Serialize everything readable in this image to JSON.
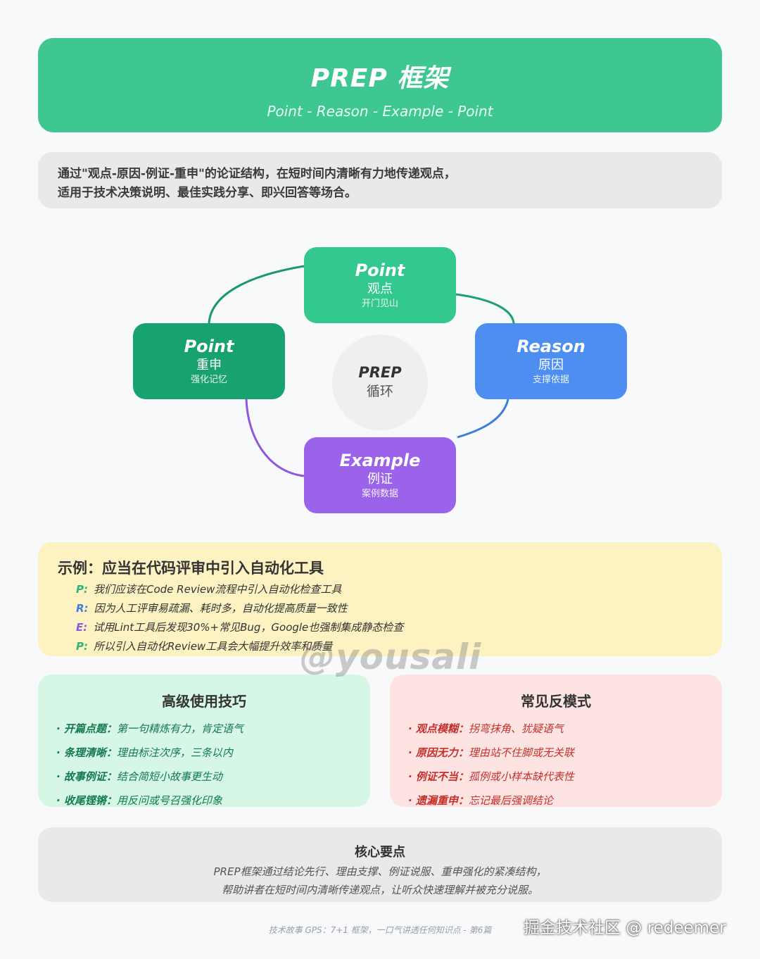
{
  "header": {
    "title": "PREP 框架",
    "subtitle": "Point - Reason - Example - Point",
    "color": "#3fc792"
  },
  "intro": {
    "line1": "通过\"观点-原因-例证-重申\"的论证结构，在短时间内清晰有力地传递观点，",
    "line2": "适用于技术决策说明、最佳实践分享、即兴回答等场合。"
  },
  "cycle": {
    "center": {
      "title": "PREP",
      "subtitle": "循环"
    },
    "nodes": [
      {
        "en": "Point",
        "cn": "观点",
        "desc": "开门见山",
        "color": "#33c88d"
      },
      {
        "en": "Reason",
        "cn": "原因",
        "desc": "支撑依据",
        "color": "#4d8ef0"
      },
      {
        "en": "Example",
        "cn": "例证",
        "desc": "案例数据",
        "color": "#9a63ea"
      },
      {
        "en": "Point",
        "cn": "重申",
        "desc": "强化记忆",
        "color": "#17a270"
      }
    ]
  },
  "example": {
    "title": "示例：应当在代码评审中引入自动化工具",
    "lines": [
      {
        "key": "P:",
        "text": "我们应该在Code Review流程中引入自动化检查工具",
        "color": "#2fb37f"
      },
      {
        "key": "R:",
        "text": "因为人工评审易疏漏、耗时多，自动化提高质量一致性",
        "color": "#3f7fdf"
      },
      {
        "key": "E:",
        "text": "试用Lint工具后发现30%+常见Bug，Google也强制集成静态检查",
        "color": "#8f56e0"
      },
      {
        "key": "P:",
        "text": "所以引入自动化Review工具会大幅提升效率和质量",
        "color": "#2fb37f"
      }
    ]
  },
  "watermark": "@yousali",
  "tips": {
    "title": "高级使用技巧",
    "items": [
      {
        "label": "· 开篇点题：",
        "text": "第一句精炼有力，肯定语气"
      },
      {
        "label": "· 条理清晰：",
        "text": "理由标注次序，三条以内"
      },
      {
        "label": "· 故事例证：",
        "text": "结合简短小故事更生动"
      },
      {
        "label": "· 收尾铿锵：",
        "text": "用反问或号召强化印象"
      }
    ]
  },
  "anti": {
    "title": "常见反模式",
    "items": [
      {
        "label": "· 观点模糊：",
        "text": "拐弯抹角、犹疑语气"
      },
      {
        "label": "· 原因无力：",
        "text": "理由站不住脚或无关联"
      },
      {
        "label": "· 例证不当：",
        "text": "孤例或小样本缺代表性"
      },
      {
        "label": "· 遗漏重申：",
        "text": "忘记最后强调结论"
      }
    ]
  },
  "core": {
    "title": "核心要点",
    "line1": "PREP框架通过结论先行、理由支撑、例证说服、重申强化的紧凑结构，",
    "line2": "帮助讲者在短时间内清晰传递观点，让听众快速理解并被充分说服。"
  },
  "footer": {
    "note": "技术故事 GPS：7+1 框架，一口气讲透任何知识点 - 第6篇",
    "brand": "掘金技术社区 @ redeemer"
  }
}
